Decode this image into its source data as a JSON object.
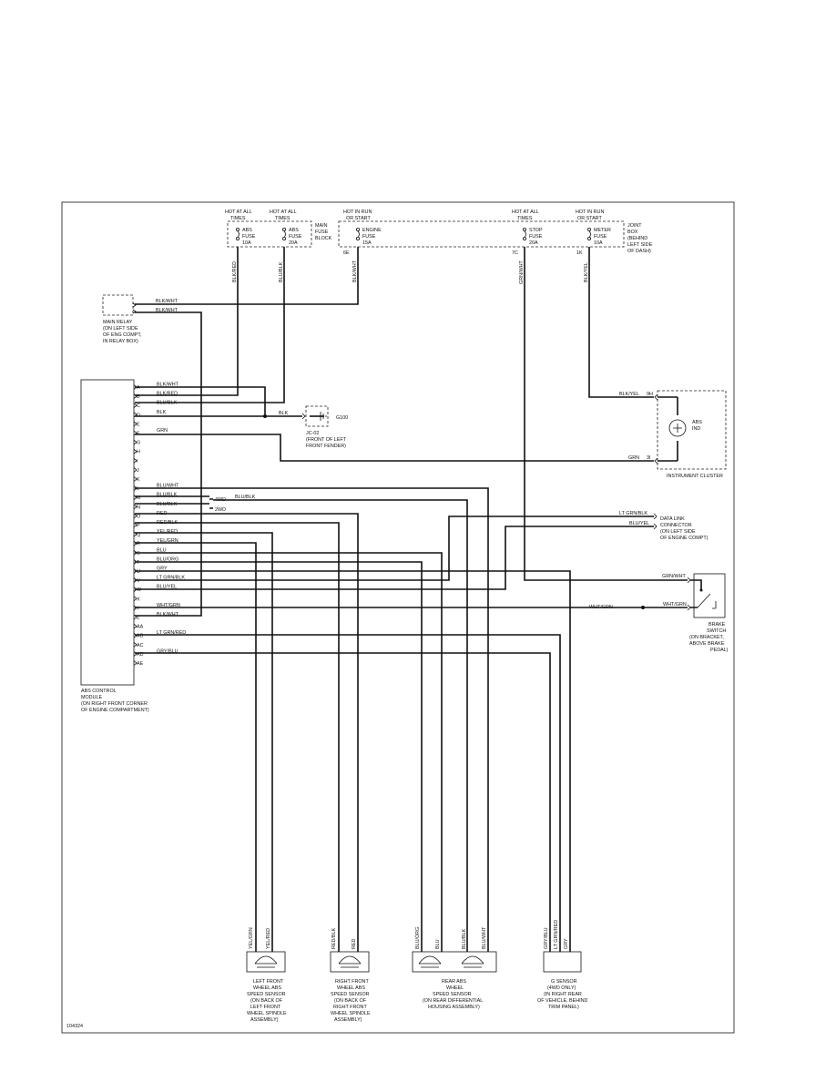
{
  "fuses": {
    "abs10": {
      "hot": [
        "HOT AT ALL",
        "TIMES"
      ],
      "lines": [
        "ABS",
        "FUSE",
        "10A"
      ],
      "wire": "BLK/RED"
    },
    "abs20": {
      "hot": [
        "HOT AT ALL",
        "TIMES"
      ],
      "lines": [
        "ABS",
        "FUSE",
        "20A"
      ],
      "wire": "BLU/BLK"
    },
    "engine": {
      "hot": [
        "HOT IN RUN",
        "OR START"
      ],
      "lines": [
        "ENGINE",
        "FUSE",
        "15A"
      ],
      "pin": "6E",
      "wire": "BLK/WHT"
    },
    "stop": {
      "hot": [
        "HOT AT ALL",
        "TIMES"
      ],
      "lines": [
        "STOP",
        "FUSE",
        "20A"
      ],
      "pin": "7C",
      "wire": "GRN/WHT"
    },
    "meter": {
      "hot": [
        "HOT IN RUN",
        "OR START"
      ],
      "lines": [
        "METER",
        "FUSE",
        "10A"
      ],
      "pin": "1K",
      "wire": "BLK/YEL"
    },
    "main_block": [
      "MAIN",
      "FUSE",
      "BLOCK"
    ],
    "joint_box": [
      "JOINT",
      "BOX",
      "(BEHIND",
      "LEFT SIDE",
      "OF DASH)"
    ]
  },
  "relay": {
    "label": [
      "MAIN RELAY",
      "(ON LEFT SIDE",
      "OF ENG COMPT,",
      "IN RELAY BOX)"
    ],
    "wire1": "BLK/WHT",
    "wire2": "BLK/WHT"
  },
  "module": {
    "label": [
      "ABS CONTROL",
      "MODULE",
      "(ON RIGHT FRONT CORNER",
      "OF ENGINE COMPARTMENT)"
    ],
    "pins": [
      {
        "pin": "A",
        "wire": "BLK/WHT"
      },
      {
        "pin": "B",
        "wire": "BLK/RED"
      },
      {
        "pin": "C",
        "wire": "BLU/BLK"
      },
      {
        "pin": "D",
        "wire": "BLK"
      },
      {
        "pin": "E",
        "wire": ""
      },
      {
        "pin": "F",
        "wire": "GRN"
      },
      {
        "pin": "G",
        "wire": ""
      },
      {
        "pin": "H",
        "wire": ""
      },
      {
        "pin": "I",
        "wire": ""
      },
      {
        "pin": "J",
        "wire": ""
      },
      {
        "pin": "K",
        "wire": ""
      },
      {
        "pin": "L",
        "wire": "BLU/WHT"
      },
      {
        "pin": "M",
        "wire": "BLU/BLK"
      },
      {
        "pin": "N",
        "wire": "BLU/BLK"
      },
      {
        "pin": "O",
        "wire": "RED"
      },
      {
        "pin": "P",
        "wire": "RED/BLK"
      },
      {
        "pin": "Q",
        "wire": "YEL/RED"
      },
      {
        "pin": "R",
        "wire": "YEL/GRN"
      },
      {
        "pin": "S",
        "wire": "BLU"
      },
      {
        "pin": "T",
        "wire": "BLU/ORG"
      },
      {
        "pin": "U",
        "wire": "GRY"
      },
      {
        "pin": "V",
        "wire": "LT GRN/BLK"
      },
      {
        "pin": "W",
        "wire": "BLU/YEL"
      },
      {
        "pin": "X",
        "wire": ""
      },
      {
        "pin": "Y",
        "wire": "WHT/GRN"
      },
      {
        "pin": "Z",
        "wire": "BLK/WHT"
      },
      {
        "pin": "AA",
        "wire": ""
      },
      {
        "pin": "AB",
        "wire": "LT GRN/RED"
      },
      {
        "pin": "AC",
        "wire": ""
      },
      {
        "pin": "AD",
        "wire": "GRY/BLU"
      },
      {
        "pin": "AE",
        "wire": ""
      }
    ]
  },
  "ground": {
    "wire": "BLK",
    "conn": "JC-02",
    "id": "G100",
    "label": [
      "(FRONT OF LEFT",
      "FRONT FENDER)"
    ]
  },
  "splice": {
    "wire": "BLU/BLK",
    "fwd": "4WD",
    "twd": "2WD"
  },
  "cluster": {
    "label": "INSTRUMENT CLUSTER",
    "ind": [
      "ABS",
      "IND"
    ],
    "wire_top": "BLK/YEL",
    "pin_top": "9H",
    "wire_bot": "GRN",
    "pin_bot": "3I"
  },
  "dlc": {
    "wire1": "LT GRN/BLK",
    "wire2": "BLU/YEL",
    "label": [
      "DATA LINK",
      "CONNECTOR",
      "(ON LEFT SIDE",
      "OF ENGINE COMPT)"
    ]
  },
  "brake": {
    "wire_top": "GRN/WHT",
    "wire_left": "WHT/GRN",
    "wire_right": "WHT/GRN",
    "label": [
      "BRAKE",
      "SWITCH",
      "(ON BRACKET,",
      "ABOVE BRAKE",
      "PEDAL)"
    ]
  },
  "sensors": {
    "lf": {
      "wires": [
        "YEL/GRN",
        "YEL/RED"
      ],
      "label": [
        "LEFT FRONT",
        "WHEEL ABS",
        "SPEED SENSOR",
        "(ON BACK OF",
        "LEFT FRONT",
        "WHEEL SPINDLE",
        "ASSEMBLY)"
      ]
    },
    "rf": {
      "wires": [
        "RED/BLK",
        "RED"
      ],
      "label": [
        "RIGHT FRONT",
        "WHEEL ABS",
        "SPEED SENSOR",
        "(ON BACK OF",
        "RIGHT FRONT",
        "WHEEL SPINDLE",
        "ASSEMBLY)"
      ]
    },
    "rear": {
      "wires": [
        "BLU/ORG",
        "BLU",
        "BLU/BLK",
        "BLU/WHT"
      ],
      "label": [
        "REAR ABS",
        "WHEEL",
        "SPEED SENSOR",
        "(ON REAR DIFFERENTIAL",
        "HOUSING ASSEMBLY)"
      ]
    },
    "g": {
      "wires": [
        "GRY/BLU",
        "LT GRN/RED",
        "GRY"
      ],
      "label": [
        "G SENSOR",
        "(4WD ONLY)",
        "(IN RIGHT REAR",
        "OF VEHICLE, BEHIND",
        "TRIM PANEL)"
      ]
    }
  },
  "figure_id": "104324"
}
